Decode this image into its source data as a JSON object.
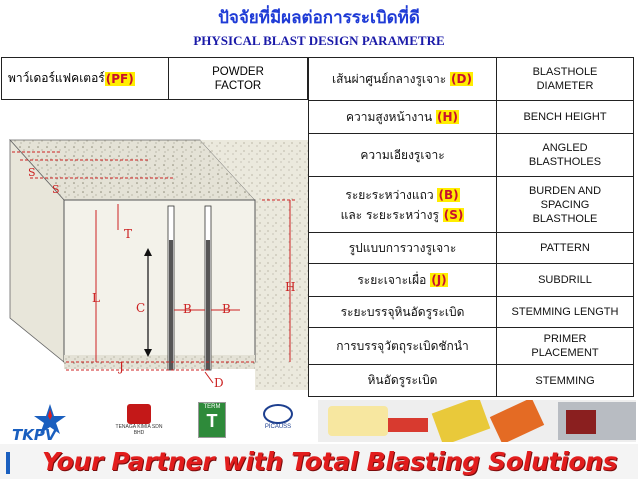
{
  "header": {
    "title_th": "ปัจจัยที่มีผลต่อการระเบิดที่ดี",
    "title_en": "PHYSICAL BLAST DESIGN PARAMETRE"
  },
  "powder_factor": {
    "th": "พาว์เดอร์แฟคเตอร์ ",
    "code": "(PF)",
    "en": "POWDER FACTOR"
  },
  "parameters": [
    {
      "th": "เส้นผ่าศูนย์กลางรูเจาะ ",
      "code": "(D)",
      "en": "BLASTHOLE DIAMETER"
    },
    {
      "th": "ความสูงหน้างาน ",
      "code": "(H)",
      "en": "BENCH HEIGHT"
    },
    {
      "th": "ความเอียงรูเจาะ",
      "code": "",
      "en": "ANGLED BLASTHOLES"
    },
    {
      "th": "ระยะระหว่างแถว ",
      "code": "(B)",
      "th2": "และ ระยะระหว่างรู ",
      "code2": "(S)",
      "en": "BURDEN AND SPACING BLASTHOLE"
    },
    {
      "th": "รูปแบบการวางรูเจาะ",
      "code": "",
      "en": "PATTERN"
    },
    {
      "th": "ระยะเจาะเผื่อ ",
      "code": "(J)",
      "en": "SUBDRILL"
    },
    {
      "th": "ระยะบรรจุหินอัดรูระเบิด",
      "code": "",
      "en": "STEMMING LENGTH"
    },
    {
      "th": "การบรรจุวัตถุระเบิดชักนำ",
      "code": "",
      "en": "PRIMER PLACEMENT"
    },
    {
      "th": "หินอัดรูระเบิด",
      "code": "",
      "en": "STEMMING"
    }
  ],
  "diagram": {
    "labels": {
      "S1": "S",
      "S2": "S",
      "T": "T",
      "L": "L",
      "C": "C",
      "B1": "B",
      "B2": "B",
      "H": "H",
      "J": "J",
      "D": "D"
    }
  },
  "logos": {
    "main": "TKPV",
    "sub1": "TENAGA KIMIA SDN BHD",
    "sub2": "TERM",
    "sub3": "PICAUSS"
  },
  "footer": {
    "text": "Your Partner with Total Blasting Solutions"
  },
  "colors": {
    "title": "#1f3bd6",
    "highlight_text": "#c8102e",
    "highlight_bg": "#ffee00",
    "footer_text": "#e21d1d"
  }
}
